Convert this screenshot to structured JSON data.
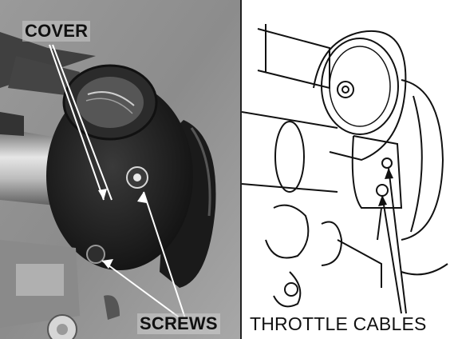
{
  "labels": {
    "cover": "COVER",
    "screws": "SCREWS",
    "throttle_cables": "THROTTLE CABLES"
  }
}
